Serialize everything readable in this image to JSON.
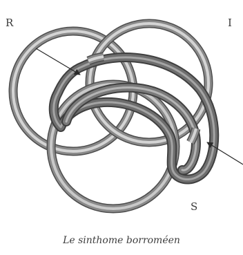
{
  "diagram": {
    "labels": {
      "ring_r": "R",
      "ring_i": "I",
      "ring_s": "S"
    },
    "caption": "Le sinthome borroméen",
    "colors": {
      "ring_dark": "#4c4c4c",
      "ring_mid": "#8a8a8a",
      "ring_light": "#d4d4d4",
      "sinthome_dark": "#3f3f3f",
      "sinthome_mid": "#6e6e6e",
      "arrow": "#2a2a2a"
    }
  }
}
